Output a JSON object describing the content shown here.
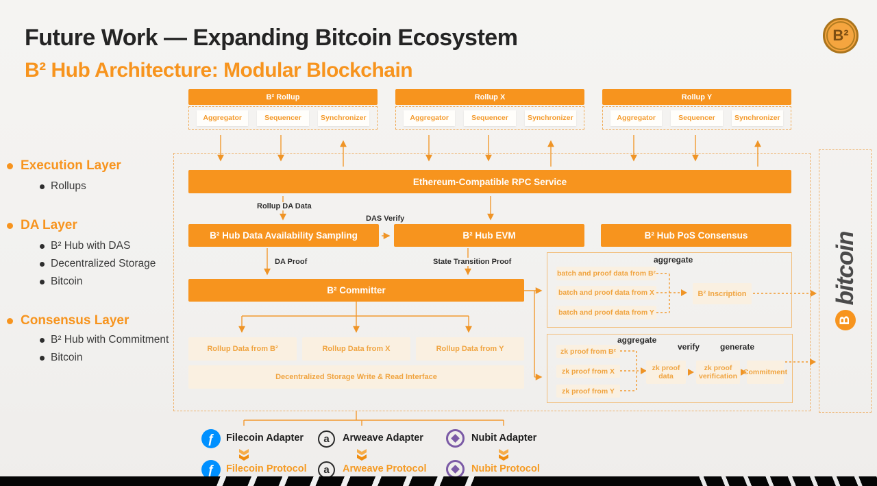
{
  "colors": {
    "accent": "#F7941E",
    "background": "#F3F2F0",
    "ink": "#242424",
    "pale_box": "#FAF0E1",
    "filecoin_blue": "#0090FF",
    "arweave_black": "#2A2A2A",
    "nubit_purple": "#7B5AA6"
  },
  "slide": {
    "title": "Future Work — Expanding Bitcoin Ecosystem",
    "subtitle": "B² Hub Architecture: Modular Blockchain",
    "logo_text": "B²"
  },
  "sidebar": {
    "sections": [
      {
        "label": "Execution Layer",
        "items": [
          "Rollups"
        ]
      },
      {
        "label": "DA Layer",
        "items": [
          "B² Hub with DAS",
          "Decentralized Storage",
          "Bitcoin"
        ]
      },
      {
        "label": "Consensus Layer",
        "items": [
          "B² Hub with Commitment",
          "Bitcoin"
        ]
      }
    ]
  },
  "rollups": [
    {
      "title": "B² Rollup",
      "components": [
        "Aggregator",
        "Sequencer",
        "Synchronizer"
      ]
    },
    {
      "title": "Rollup X",
      "components": [
        "Aggregator",
        "Sequencer",
        "Synchronizer"
      ]
    },
    {
      "title": "Rollup Y",
      "components": [
        "Aggregator",
        "Sequencer",
        "Synchronizer"
      ]
    }
  ],
  "diagram": {
    "rpc_service": "Ethereum-Compatible RPC Service",
    "das": "B² Hub Data Availability Sampling",
    "evm": "B² Hub EVM",
    "pos": "B² Hub PoS Consensus",
    "committer": "B² Committer",
    "labels": {
      "rollup_da_data": "Rollup DA Data",
      "das_verify": "DAS Verify",
      "da_proof": "DA Proof",
      "state_transition_proof": "State Transition Proof"
    },
    "rollup_data": [
      "Rollup Data from B²",
      "Rollup Data from X",
      "Rollup Data from Y"
    ],
    "storage_interface": "Decentralized Storage Write & Read Interface",
    "batch": {
      "aggregate_label": "aggregate",
      "items": [
        "batch and proof data from B²",
        "batch and proof data from X",
        "batch and proof data from Y"
      ],
      "inscription": "B² Inscription"
    },
    "zk": {
      "aggregate_label": "aggregate",
      "verify_label": "verify",
      "generate_label": "generate",
      "items": [
        "zk proof from B²",
        "zk proof from X",
        "zk proof from Y"
      ],
      "steps": [
        "zk proof data",
        "zk proof verification",
        "Commitment"
      ]
    },
    "bitcoin": {
      "symbol": "B",
      "label": "bitcoin"
    }
  },
  "adapters": [
    {
      "glyph": "ƒ",
      "adapter_label": "Filecoin Adapter",
      "protocol_label": "Filecoin Protocol"
    },
    {
      "glyph": "a",
      "adapter_label": "Arweave Adapter",
      "protocol_label": "Arweave Protocol"
    },
    {
      "glyph": "",
      "adapter_label": "Nubit Adapter",
      "protocol_label": "Nubit Protocol"
    }
  ]
}
